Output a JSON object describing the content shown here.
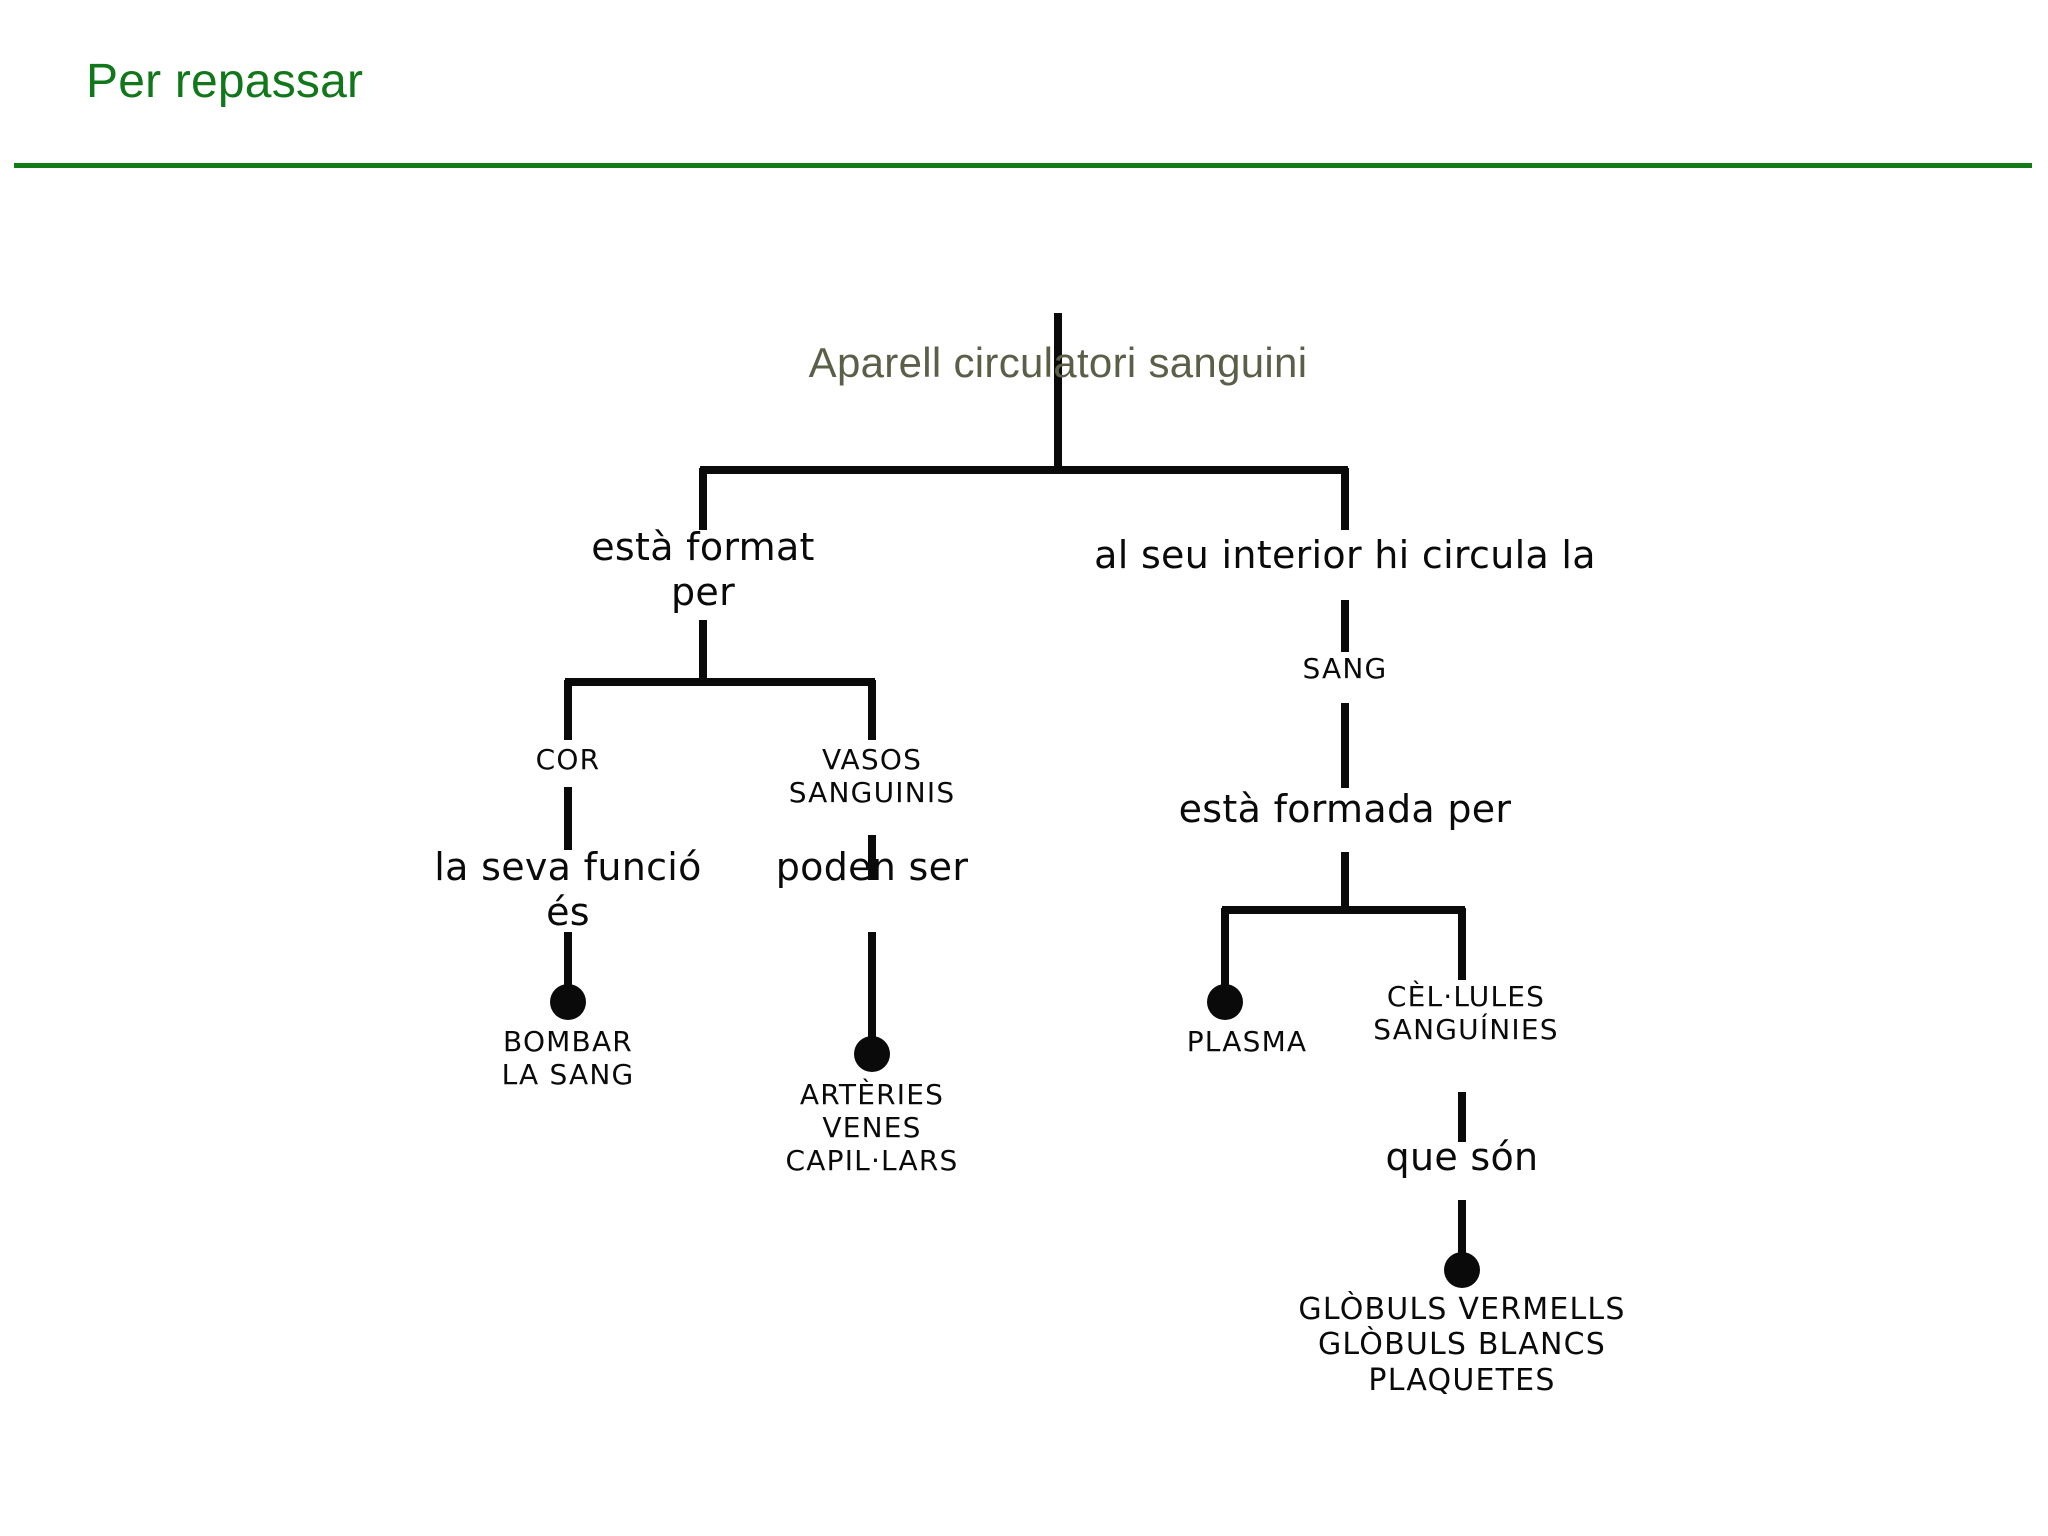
{
  "slide": {
    "title": "Per repassar",
    "title_color": "#12771a",
    "rule_color": "#137c16",
    "background": "#ffffff"
  },
  "diagram": {
    "type": "concept-map",
    "subject": "Aparell circulatori sanguini",
    "root": {
      "label": "Aparell circulatori sanguini",
      "color": "#5a5f48"
    },
    "nodes": [
      {
        "id": "root",
        "kind": "concept",
        "label": "Aparell circulatori sanguini"
      },
      {
        "id": "esta-format-per",
        "kind": "link-phrase",
        "label": "està format\nper"
      },
      {
        "id": "al-seu-interior",
        "kind": "link-phrase",
        "label": "al seu interior hi circula la"
      },
      {
        "id": "cor",
        "kind": "concept",
        "label": "COR"
      },
      {
        "id": "vasos",
        "kind": "concept",
        "label": "VASOS\nSANGUINIS"
      },
      {
        "id": "sang",
        "kind": "concept",
        "label": "SANG"
      },
      {
        "id": "la-seva-funcio",
        "kind": "link-phrase",
        "label": "la seva funció\nés"
      },
      {
        "id": "poden-ser",
        "kind": "link-phrase",
        "label": "poden ser"
      },
      {
        "id": "esta-formada",
        "kind": "link-phrase",
        "label": "està formada per"
      },
      {
        "id": "bombar",
        "kind": "concept",
        "label": "BOMBAR\nLA SANG"
      },
      {
        "id": "arteries",
        "kind": "concept",
        "label": "ARTÈRIES\nVENES\nCAPIL·LARS"
      },
      {
        "id": "plasma",
        "kind": "concept",
        "label": "PLASMA"
      },
      {
        "id": "cellules",
        "kind": "concept",
        "label": "CÈL·LULES\nSANGUÍNIES"
      },
      {
        "id": "que-son",
        "kind": "link-phrase",
        "label": "que són"
      },
      {
        "id": "globuls",
        "kind": "concept",
        "label": "GLÒBULS VERMELLS\nGLÒBULS BLANCS\nPLAQUETES"
      }
    ],
    "labels": {
      "root": "Aparell circulatori sanguini",
      "esta_format_per": "està format\nper",
      "al_seu_interior": "al seu interior hi circula la",
      "cor": "COR",
      "vasos_sanguinis": "VASOS\nSANGUINIS",
      "sang": "SANG",
      "la_seva_funcio_es": "la seva funció\nés",
      "poden_ser": "poden ser",
      "esta_formada_per": "està formada per",
      "bombar_la_sang": "BOMBAR\nLA SANG",
      "arteries_venes_capillars": "ARTÈRIES\nVENES\nCAPIL·LARS",
      "plasma": "PLASMA",
      "cellules_sanguinies": "CÈL·LULES\nSANGUÍNIES",
      "que_son": "que són",
      "globuls": "GLÒBULS VERMELLS\nGLÒBULS BLANCS\nPLAQUETES"
    },
    "edges": [
      {
        "from": "root",
        "to": "esta-format-per"
      },
      {
        "from": "root",
        "to": "al-seu-interior"
      },
      {
        "from": "esta-format-per",
        "to": "cor"
      },
      {
        "from": "esta-format-per",
        "to": "vasos"
      },
      {
        "from": "al-seu-interior",
        "to": "sang"
      },
      {
        "from": "cor",
        "to": "la-seva-funcio"
      },
      {
        "from": "vasos",
        "to": "poden-ser"
      },
      {
        "from": "sang",
        "to": "esta-formada"
      },
      {
        "from": "la-seva-funcio",
        "to": "bombar",
        "terminal": "dot"
      },
      {
        "from": "poden-ser",
        "to": "arteries",
        "terminal": "dot"
      },
      {
        "from": "esta-formada",
        "to": "plasma",
        "terminal": "dot"
      },
      {
        "from": "esta-formada",
        "to": "cellules"
      },
      {
        "from": "cellules",
        "to": "que-son"
      },
      {
        "from": "que-son",
        "to": "globuls",
        "terminal": "dot"
      }
    ],
    "line_color": "#0a0a0a"
  }
}
